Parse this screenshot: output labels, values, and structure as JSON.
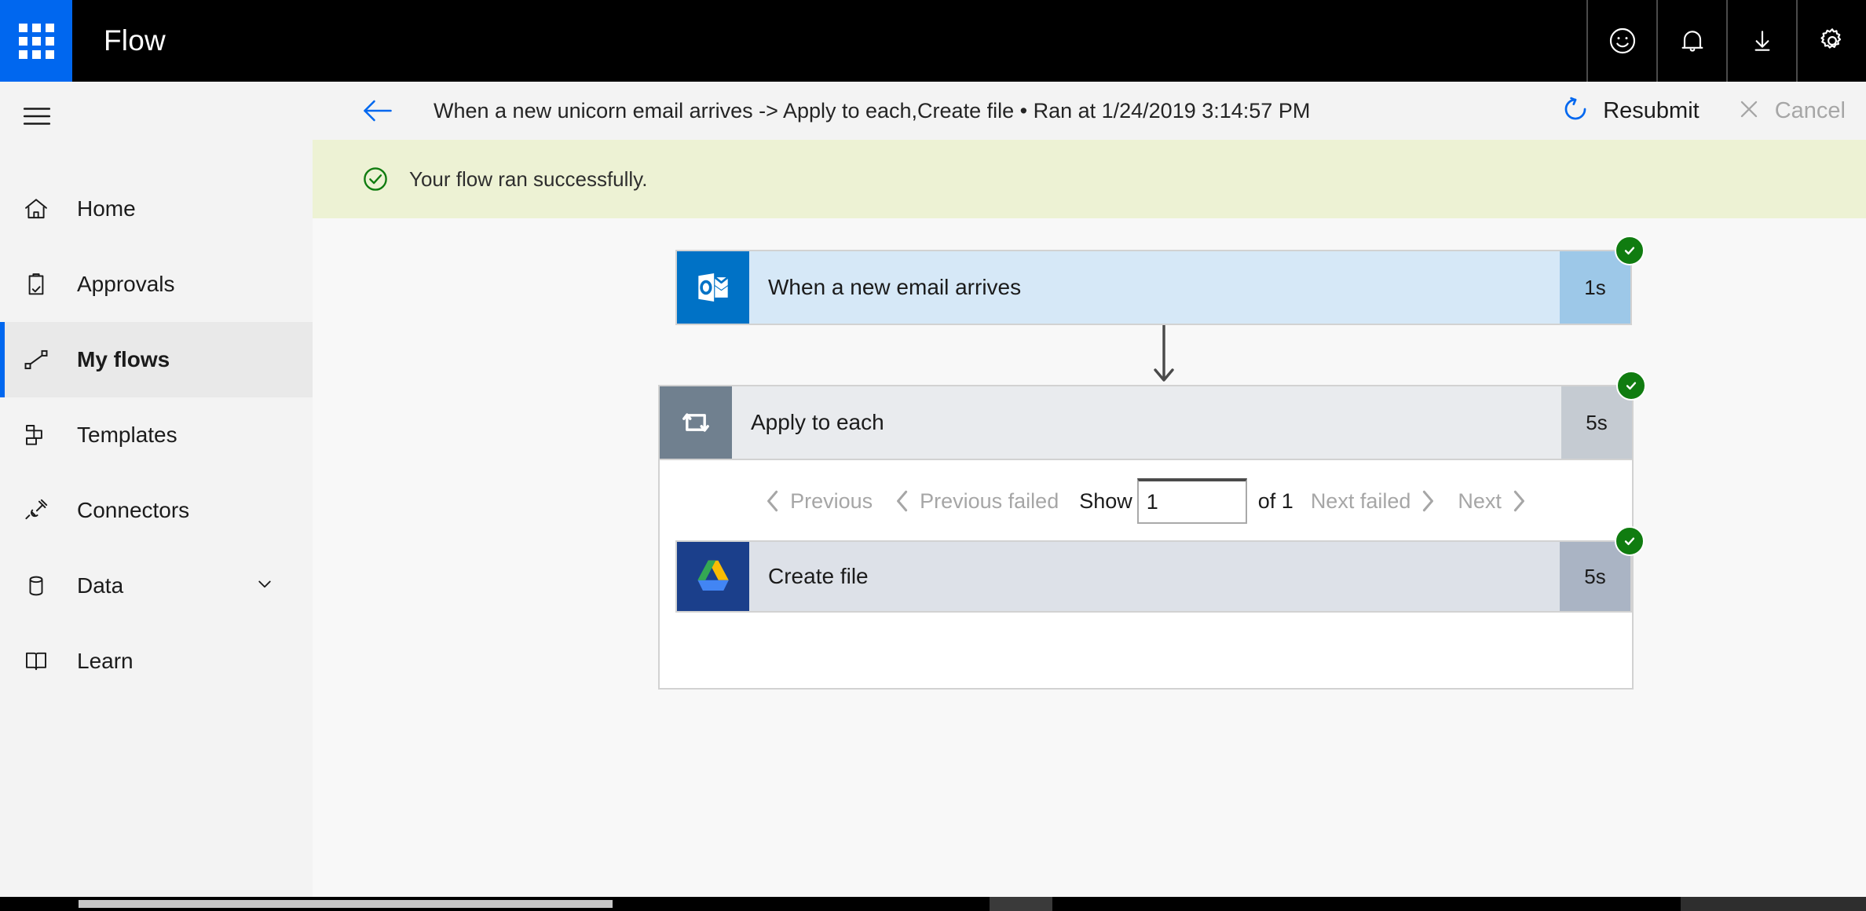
{
  "suite": {
    "app_title": "Flow",
    "waffle_icon": "app-launcher-waffle-icon",
    "buttons": [
      {
        "name": "feedback-smiley-icon",
        "label": "Feedback"
      },
      {
        "name": "notifications-bell-icon",
        "label": "Notifications"
      },
      {
        "name": "download-icon",
        "label": "Download"
      },
      {
        "name": "settings-gear-icon",
        "label": "Settings"
      }
    ],
    "accent_blue": "#0067ef",
    "bar_background": "#000000"
  },
  "sidebar": {
    "hamburger_icon": "hamburger-menu-icon",
    "items": [
      {
        "label": "Home",
        "icon": "home-icon",
        "active": false
      },
      {
        "label": "Approvals",
        "icon": "clipboard-check-icon",
        "active": false
      },
      {
        "label": "My flows",
        "icon": "flow-nodes-icon",
        "active": true
      },
      {
        "label": "Templates",
        "icon": "templates-icon",
        "active": false
      },
      {
        "label": "Connectors",
        "icon": "plug-connector-icon",
        "active": false
      },
      {
        "label": "Data",
        "icon": "database-cylinder-icon",
        "active": false,
        "expandable": true
      },
      {
        "label": "Learn",
        "icon": "open-book-icon",
        "active": false
      }
    ],
    "active_indicator_color": "#0067ef",
    "active_background": "#e9e9e9"
  },
  "command_bar": {
    "back_icon": "back-arrow-icon",
    "run_title": "When a new unicorn email arrives -> Apply to each,Create file • Ran at 1/24/2019 3:14:57 PM",
    "resubmit_label": "Resubmit",
    "resubmit_icon": "refresh-circle-icon",
    "cancel_label": "Cancel",
    "cancel_icon": "close-x-icon",
    "cancel_disabled": true
  },
  "banner": {
    "icon": "success-check-circle-icon",
    "message": "Your flow ran successfully.",
    "background": "#edf2d4",
    "icon_color": "#107c10"
  },
  "flow": {
    "trigger": {
      "title": "When a new email arrives",
      "duration": "1s",
      "icon": "outlook-icon",
      "status": "succeeded",
      "tile_color": "#0072c6",
      "body_color": "#d6e8f7",
      "duration_color": "#9dc8e8"
    },
    "scope": {
      "title": "Apply to each",
      "duration": "5s",
      "icon": "loop-repeat-icon",
      "status": "succeeded",
      "tile_color": "#70808f",
      "body_color": "#e9ebee",
      "duration_color": "#c5cbd2"
    },
    "pagination": {
      "previous_label": "Previous",
      "previous_failed_label": "Previous failed",
      "show_label": "Show",
      "page_value": "1",
      "of_label": "of 1",
      "next_failed_label": "Next failed",
      "next_label": "Next",
      "prev_chevron_icon": "chevron-left-icon",
      "next_chevron_icon": "chevron-right-icon"
    },
    "action": {
      "title": "Create file",
      "duration": "5s",
      "icon": "google-drive-icon",
      "status": "succeeded",
      "tile_color": "#1b3f8b",
      "body_color": "#dde1e8",
      "duration_color": "#aab4c4"
    },
    "connector_icon": "down-arrow-connector-icon",
    "status_badge_color": "#107c10"
  },
  "scrollbar": {
    "name": "horizontal-scrollbar"
  }
}
